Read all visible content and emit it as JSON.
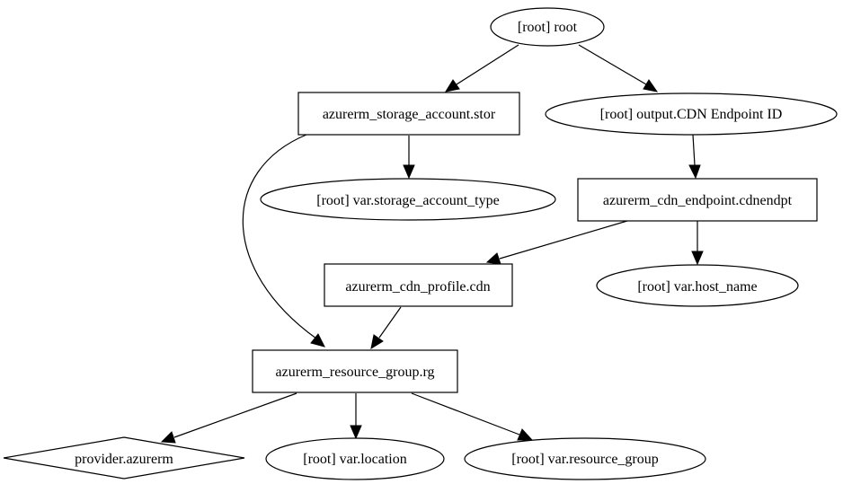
{
  "nodes": {
    "root": "[root] root",
    "storage_account": "azurerm_storage_account.stor",
    "output_cdn": "[root] output.CDN Endpoint ID",
    "var_storage_account_type": "[root] var.storage_account_type",
    "cdn_endpoint": "azurerm_cdn_endpoint.cdnendpt",
    "cdn_profile": "azurerm_cdn_profile.cdn",
    "var_host_name": "[root] var.host_name",
    "resource_group": "azurerm_resource_group.rg",
    "provider": "provider.azurerm",
    "var_location": "[root] var.location",
    "var_resource_group": "[root] var.resource_group"
  },
  "edges": [
    {
      "from": "root",
      "to": "storage_account"
    },
    {
      "from": "root",
      "to": "output_cdn"
    },
    {
      "from": "storage_account",
      "to": "var_storage_account_type"
    },
    {
      "from": "storage_account",
      "to": "resource_group"
    },
    {
      "from": "output_cdn",
      "to": "cdn_endpoint"
    },
    {
      "from": "cdn_endpoint",
      "to": "cdn_profile"
    },
    {
      "from": "cdn_endpoint",
      "to": "var_host_name"
    },
    {
      "from": "cdn_profile",
      "to": "resource_group"
    },
    {
      "from": "resource_group",
      "to": "provider"
    },
    {
      "from": "resource_group",
      "to": "var_location"
    },
    {
      "from": "resource_group",
      "to": "var_resource_group"
    }
  ]
}
